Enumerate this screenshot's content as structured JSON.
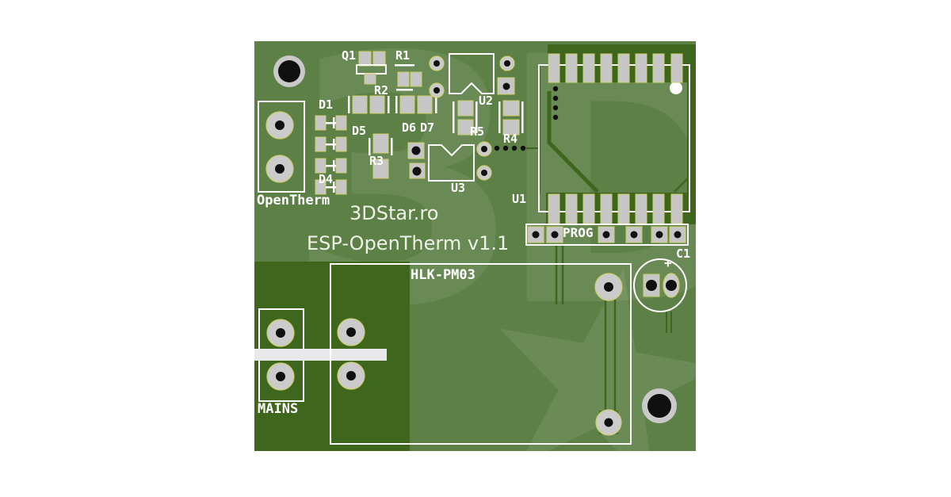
{
  "board": {
    "brand": "3DStar.ro",
    "title": "ESP-OpenTherm v1.1",
    "watermark": "3D"
  },
  "labels": {
    "q1": "Q1",
    "r1": "R1",
    "r2": "R2",
    "r3": "R3",
    "r4": "R4",
    "r5": "R5",
    "d1": "D1",
    "d4": "D4",
    "d5": "D5",
    "d6": "D6",
    "d7": "D7",
    "u1": "U1",
    "u2": "U2",
    "u3": "U3",
    "c1": "C1",
    "c1_plus": "+",
    "prog": "PROG",
    "opentherm": "OpenTherm",
    "mains": "MAINS",
    "hlk": "HLK-PM03"
  },
  "colors": {
    "page_bg": "#ffffff",
    "board_green": "#5d8046",
    "pour_dark": "#3f661d",
    "pad_gray": "#c6c6c6",
    "pad_round": "#cbcbcb",
    "pad_rim": "#cdd06a",
    "hole_black": "#101010",
    "silk_white": "#ffffff",
    "slot_white": "#e9e9ec",
    "ring_gray": "#c9c9c9",
    "text_offwhite": "#eef1e8"
  }
}
